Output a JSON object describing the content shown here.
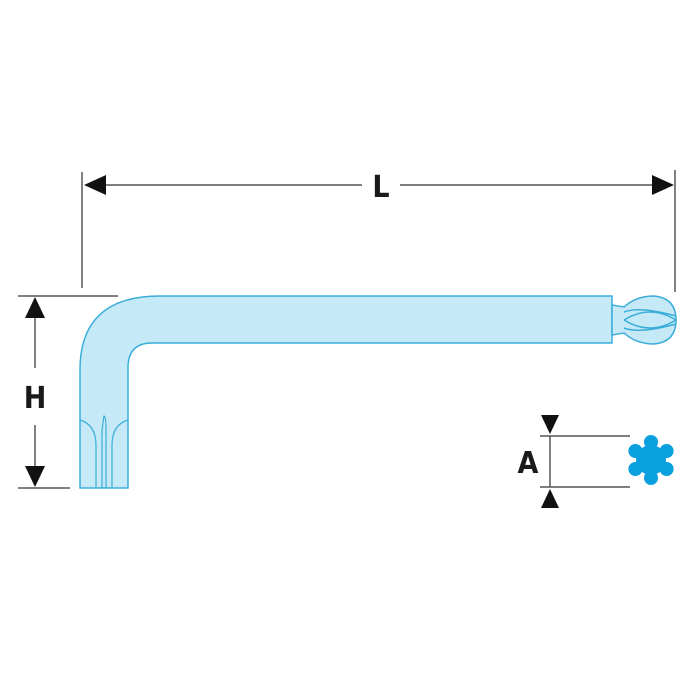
{
  "labels": {
    "length": "L",
    "height": "H",
    "across": "A"
  },
  "colors": {
    "tool_fill": "#c6e9f8",
    "tool_stroke": "#3aaed8",
    "torx": "#0aa0e0",
    "dimension": "#555555",
    "arrow": "#111111"
  },
  "icons": {
    "profile": "torx-star-icon"
  }
}
